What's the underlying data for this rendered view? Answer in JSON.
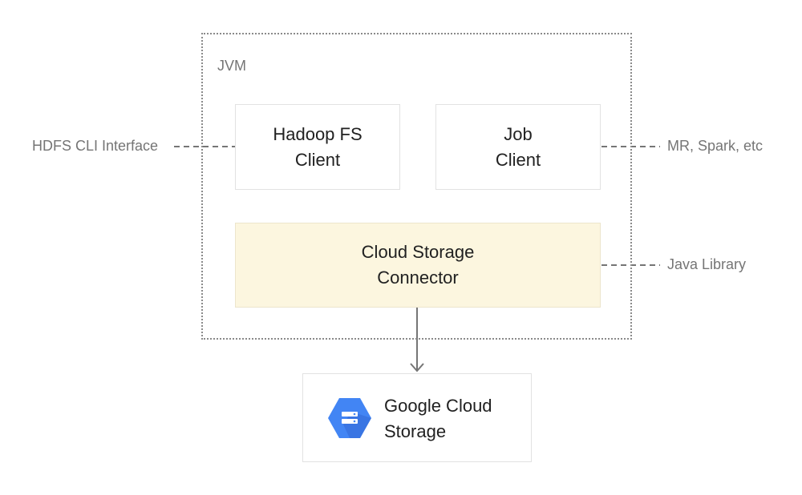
{
  "jvm": {
    "label": "JVM"
  },
  "hadoop_client": {
    "line1": "Hadoop FS",
    "line2": "Client"
  },
  "job_client": {
    "line1": "Job",
    "line2": "Client"
  },
  "connector": {
    "line1": "Cloud Storage",
    "line2": "Connector"
  },
  "gcs": {
    "line1": "Google Cloud",
    "line2": "Storage",
    "icon": "google-cloud-storage-logo",
    "color": "#4285f4"
  },
  "side_labels": {
    "hdfs": "HDFS CLI Interface",
    "mr": "MR, Spark, etc",
    "java": "Java Library"
  },
  "colors": {
    "connector_fill": "#fcf6df",
    "line": "#757575",
    "label_text": "#757575"
  }
}
